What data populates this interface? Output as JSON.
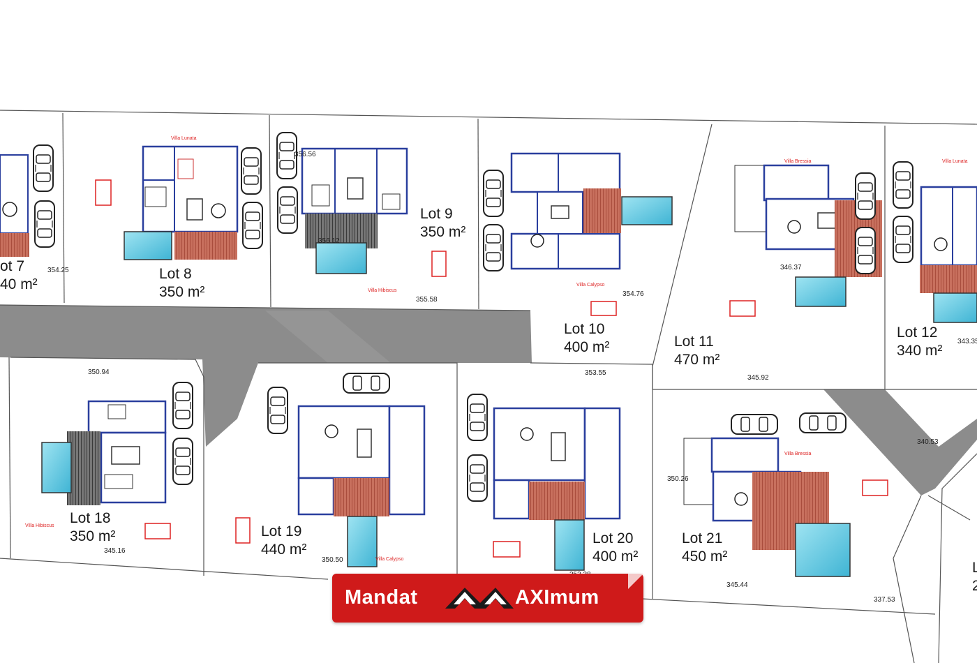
{
  "lots": [
    {
      "id": "lot7",
      "name": "ot 7",
      "area": "40 m²"
    },
    {
      "id": "lot8",
      "name": "Lot 8",
      "area": "350 m²",
      "villa": "Villa Lunata"
    },
    {
      "id": "lot9",
      "name": "Lot 9",
      "area": "350 m²",
      "villa": "Villa Hibiscus"
    },
    {
      "id": "lot10",
      "name": "Lot 10",
      "area": "400 m²",
      "villa": "Villa Calypso"
    },
    {
      "id": "lot11",
      "name": "Lot 11",
      "area": "470 m²",
      "villa": "Villa Bressia"
    },
    {
      "id": "lot12",
      "name": "Lot 12",
      "area": "340 m²",
      "villa": "Villa Lunata"
    },
    {
      "id": "lot18",
      "name": "Lot 18",
      "area": "350 m²",
      "villa": "Villa Hibiscus"
    },
    {
      "id": "lot19",
      "name": "Lot 19",
      "area": "440 m²",
      "villa": "Villa Calypso"
    },
    {
      "id": "lot20",
      "name": "Lot 20",
      "area": "400 m²"
    },
    {
      "id": "lot21",
      "name": "Lot 21",
      "area": "450 m²",
      "villa": "Villa Bressia"
    },
    {
      "id": "lot22",
      "name": "L",
      "area": "2"
    }
  ],
  "elevations": [
    "354.25",
    "355.58",
    "354.76",
    "346.37",
    "343.35",
    "345.92",
    "350.94",
    "345.16",
    "353.55",
    "350.50",
    "340.53",
    "350.26",
    "345.44",
    "337.53",
    "356.56",
    "356.12",
    "253.38"
  ],
  "badge": {
    "word": "Mandat",
    "brand": "AXImum",
    "color": "#cf1a1a"
  },
  "colors": {
    "road": "#8c8c8c",
    "deck": "#b34a3a",
    "pool": "#5bc8e0",
    "wall": "#2a3f9e",
    "accent_window": "#f0a020"
  }
}
